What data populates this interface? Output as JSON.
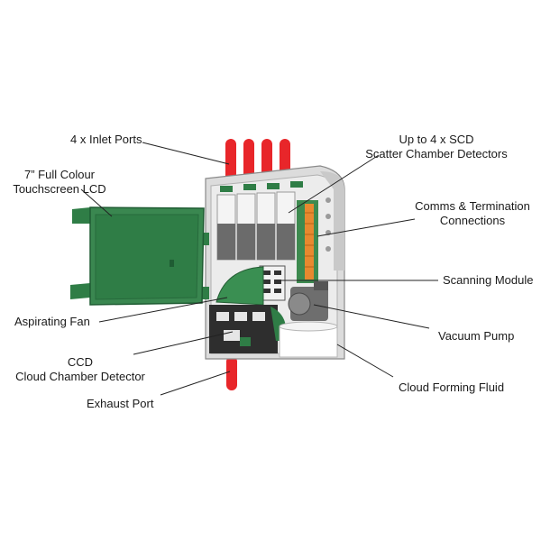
{
  "labels": {
    "inlet_ports": "4 x Inlet Ports",
    "lcd_line1": "7” Full Colour",
    "lcd_line2": "Touchscreen LCD",
    "scd_line1": "Up to 4 x SCD",
    "scd_line2": "Scatter Chamber Detectors",
    "comms_line1": "Comms & Termination",
    "comms_line2": "Connections",
    "scanning_module": "Scanning Module",
    "aspirating_fan": "Aspirating Fan",
    "vacuum_pump": "Vacuum Pump",
    "ccd_line1": "CCD",
    "ccd_line2": "Cloud Chamber Detector",
    "exhaust_port": "Exhaust Port",
    "cloud_forming_fluid": "Cloud Forming Fluid"
  },
  "colors": {
    "port_red": "#e8262a",
    "lid_green": "#2f7d46",
    "lid_green_light": "#3f9457",
    "enclosure_grey": "#d9d9d9",
    "dark_grey": "#3a3a3a",
    "terminal_orange": "#e8892f",
    "fluid_white": "#ffffff"
  }
}
